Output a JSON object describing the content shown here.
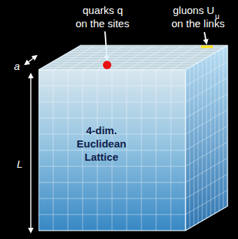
{
  "diagram": {
    "nodes": [
      {
        "text": [
          "4-dim. Euclidean Lattice"
        ]
      }
    ],
    "labels": [
      "quarks q",
      "on the sites",
      "gluons U",
      "μ",
      "on the links",
      "a",
      "L"
    ]
  }
}
